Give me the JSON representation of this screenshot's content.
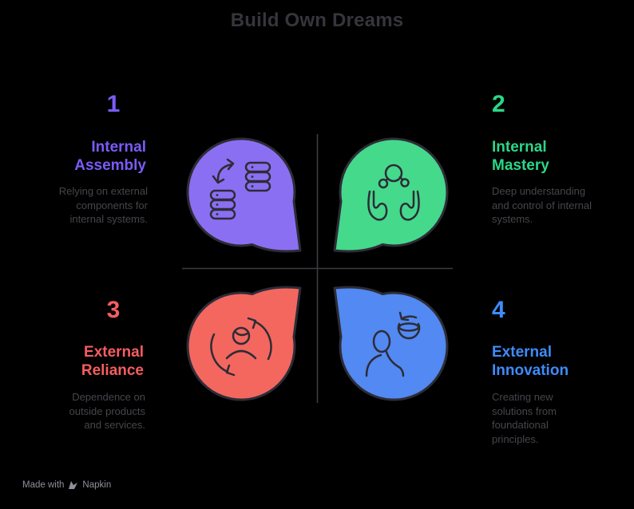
{
  "title": "Build Own Dreams",
  "colors": {
    "background": "#000000",
    "title_text": "#35353c",
    "description_text": "#46464c",
    "axis_line": "#3c3c42",
    "outline_stroke": "#2d2c36",
    "footer_text": "#90909a"
  },
  "quadrants": [
    {
      "number": "1",
      "label": "Internal Assembly",
      "description": "Relying on external components for internal systems.",
      "accent": "#7b5bf9",
      "bubble_fill": "#8b6ff2",
      "icon": "database-sync-icon",
      "position": "top-left"
    },
    {
      "number": "2",
      "label": "Internal Mastery",
      "description": "Deep understanding and control of internal systems.",
      "accent": "#2cd687",
      "bubble_fill": "#45d98c",
      "icon": "hands-molecule-icon",
      "position": "top-right"
    },
    {
      "number": "3",
      "label": "External Reliance",
      "description": "Dependence on outside products and services.",
      "accent": "#f55d60",
      "bubble_fill": "#f3675f",
      "icon": "person-refresh-icon",
      "position": "bottom-left"
    },
    {
      "number": "4",
      "label": "External Innovation",
      "description": "Creating new solutions from foundational principles.",
      "accent": "#3f8bfa",
      "bubble_fill": "#5289f2",
      "icon": "person-globe-icon",
      "position": "bottom-right"
    }
  ],
  "footer": {
    "made_with": "Made with",
    "brand": "Napkin"
  }
}
